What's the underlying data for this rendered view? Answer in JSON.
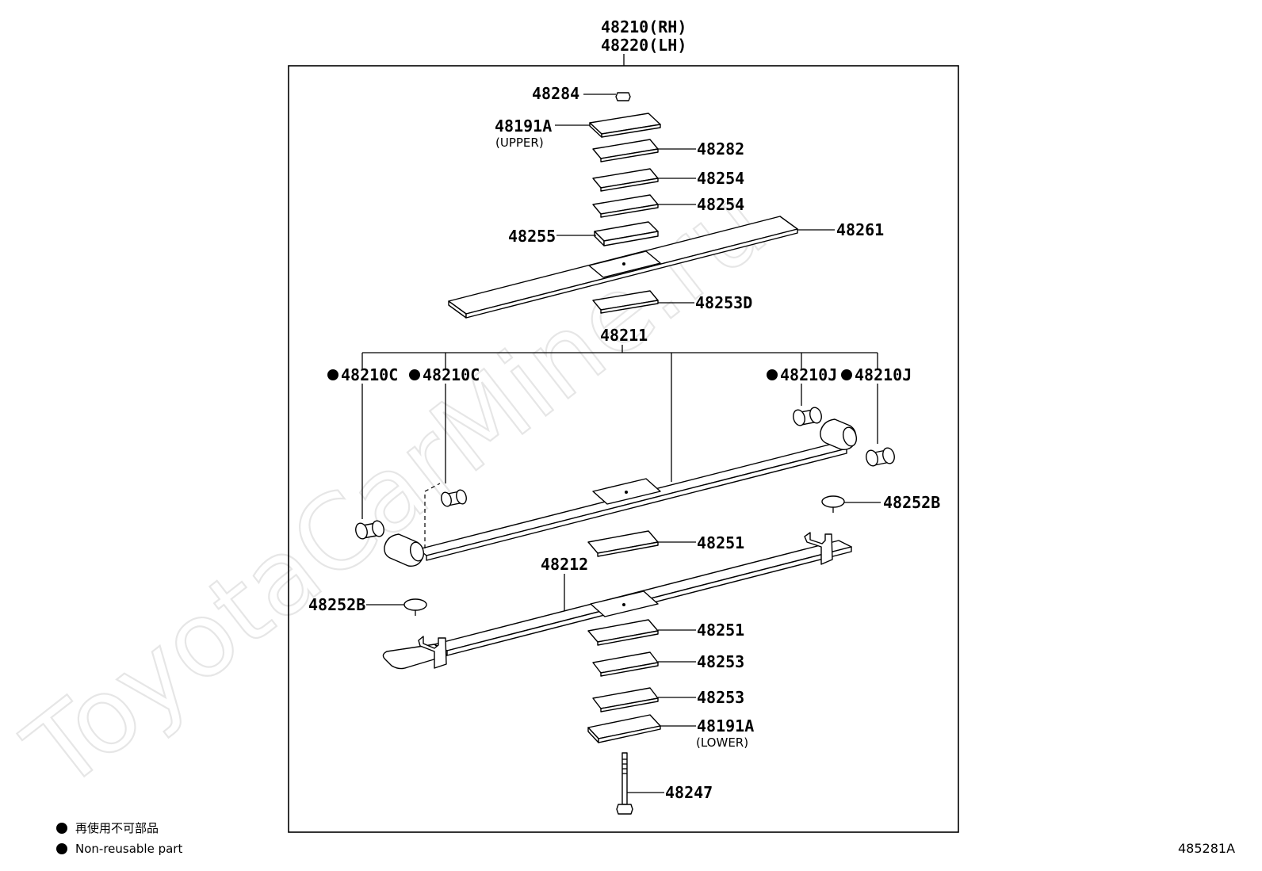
{
  "watermark": "ToyotaCarMine.ru",
  "assembly": {
    "rh": "48210(RH)",
    "lh": "48220(LH)"
  },
  "labels": {
    "p48284": "48284",
    "p48191a_upper": "48191A",
    "upper": "(UPPER)",
    "p48282": "48282",
    "p48254_a": "48254",
    "p48254_b": "48254",
    "p48255": "48255",
    "p48261": "48261",
    "p48253d": "48253D",
    "p48211": "48211",
    "p48210c_a": "48210C",
    "p48210c_b": "48210C",
    "p48210j_a": "48210J",
    "p48210j_b": "48210J",
    "p48252b_right": "48252B",
    "p48251_a": "48251",
    "p48212": "48212",
    "p48252b_left": "48252B",
    "p48251_b": "48251",
    "p48253_a": "48253",
    "p48253_b": "48253",
    "p48191a_lower": "48191A",
    "lower": "(LOWER)",
    "p48247": "48247"
  },
  "legend": {
    "japanese": "再使用不可部品",
    "english": "Non-reusable part"
  },
  "diagram_code": "485281A"
}
